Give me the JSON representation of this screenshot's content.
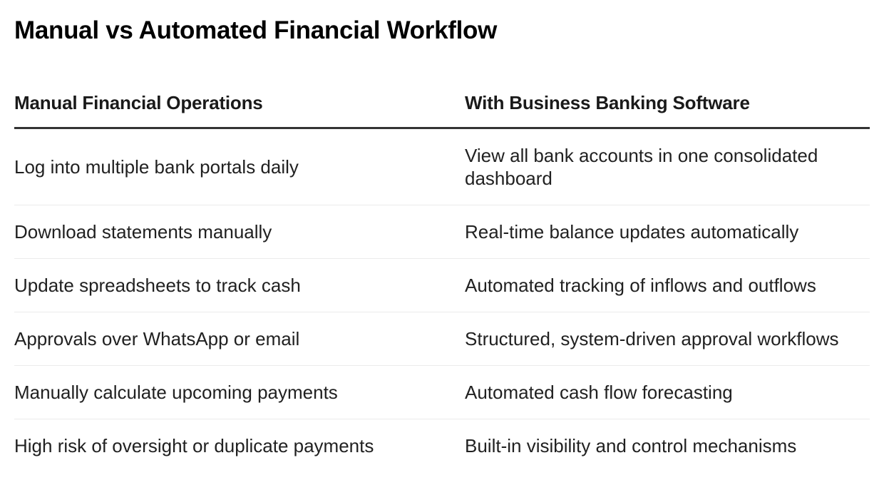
{
  "page": {
    "title": "Manual vs Automated Financial Workflow"
  },
  "table": {
    "columns": [
      {
        "header": "Manual Financial Operations"
      },
      {
        "header": "With Business Banking Software"
      }
    ],
    "rows": [
      {
        "manual": "Log into multiple bank portals daily",
        "automated": "View all bank accounts in one consolidated dashboard"
      },
      {
        "manual": "Download statements manually",
        "automated": "Real-time balance updates automatically"
      },
      {
        "manual": "Update spreadsheets to track cash",
        "automated": "Automated tracking of inflows and outflows"
      },
      {
        "manual": "Approvals over WhatsApp or email",
        "automated": "Structured, system-driven approval workflows"
      },
      {
        "manual": "Manually calculate upcoming payments",
        "automated": "Automated cash flow forecasting"
      },
      {
        "manual": "High risk of oversight or duplicate payments",
        "automated": "Built-in visibility and control mechanisms"
      }
    ]
  },
  "colors": {
    "title_text": "#000000",
    "header_text": "#1a1a1a",
    "body_text": "#212121",
    "header_rule": "#333333",
    "row_divider": "#ebebeb",
    "background": "#ffffff"
  }
}
